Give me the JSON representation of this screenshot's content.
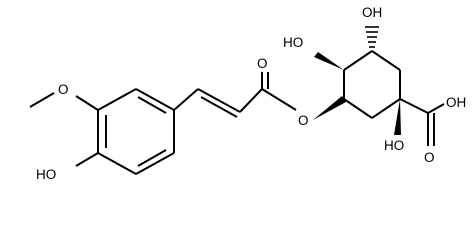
{
  "structure": {
    "atoms": {
      "ho_top_right": "OH",
      "ho_top_left": "HO",
      "ester_carbonyl_o": "O",
      "ester_o": "O",
      "acid_ho": "OH",
      "acid_carbonyl_o": "O",
      "c1_ho": "HO",
      "methoxy_o": "O",
      "phenol_ho": "HO"
    }
  },
  "colors": {
    "bond": "#000000",
    "label": "#000000",
    "background": "#ffffff"
  }
}
